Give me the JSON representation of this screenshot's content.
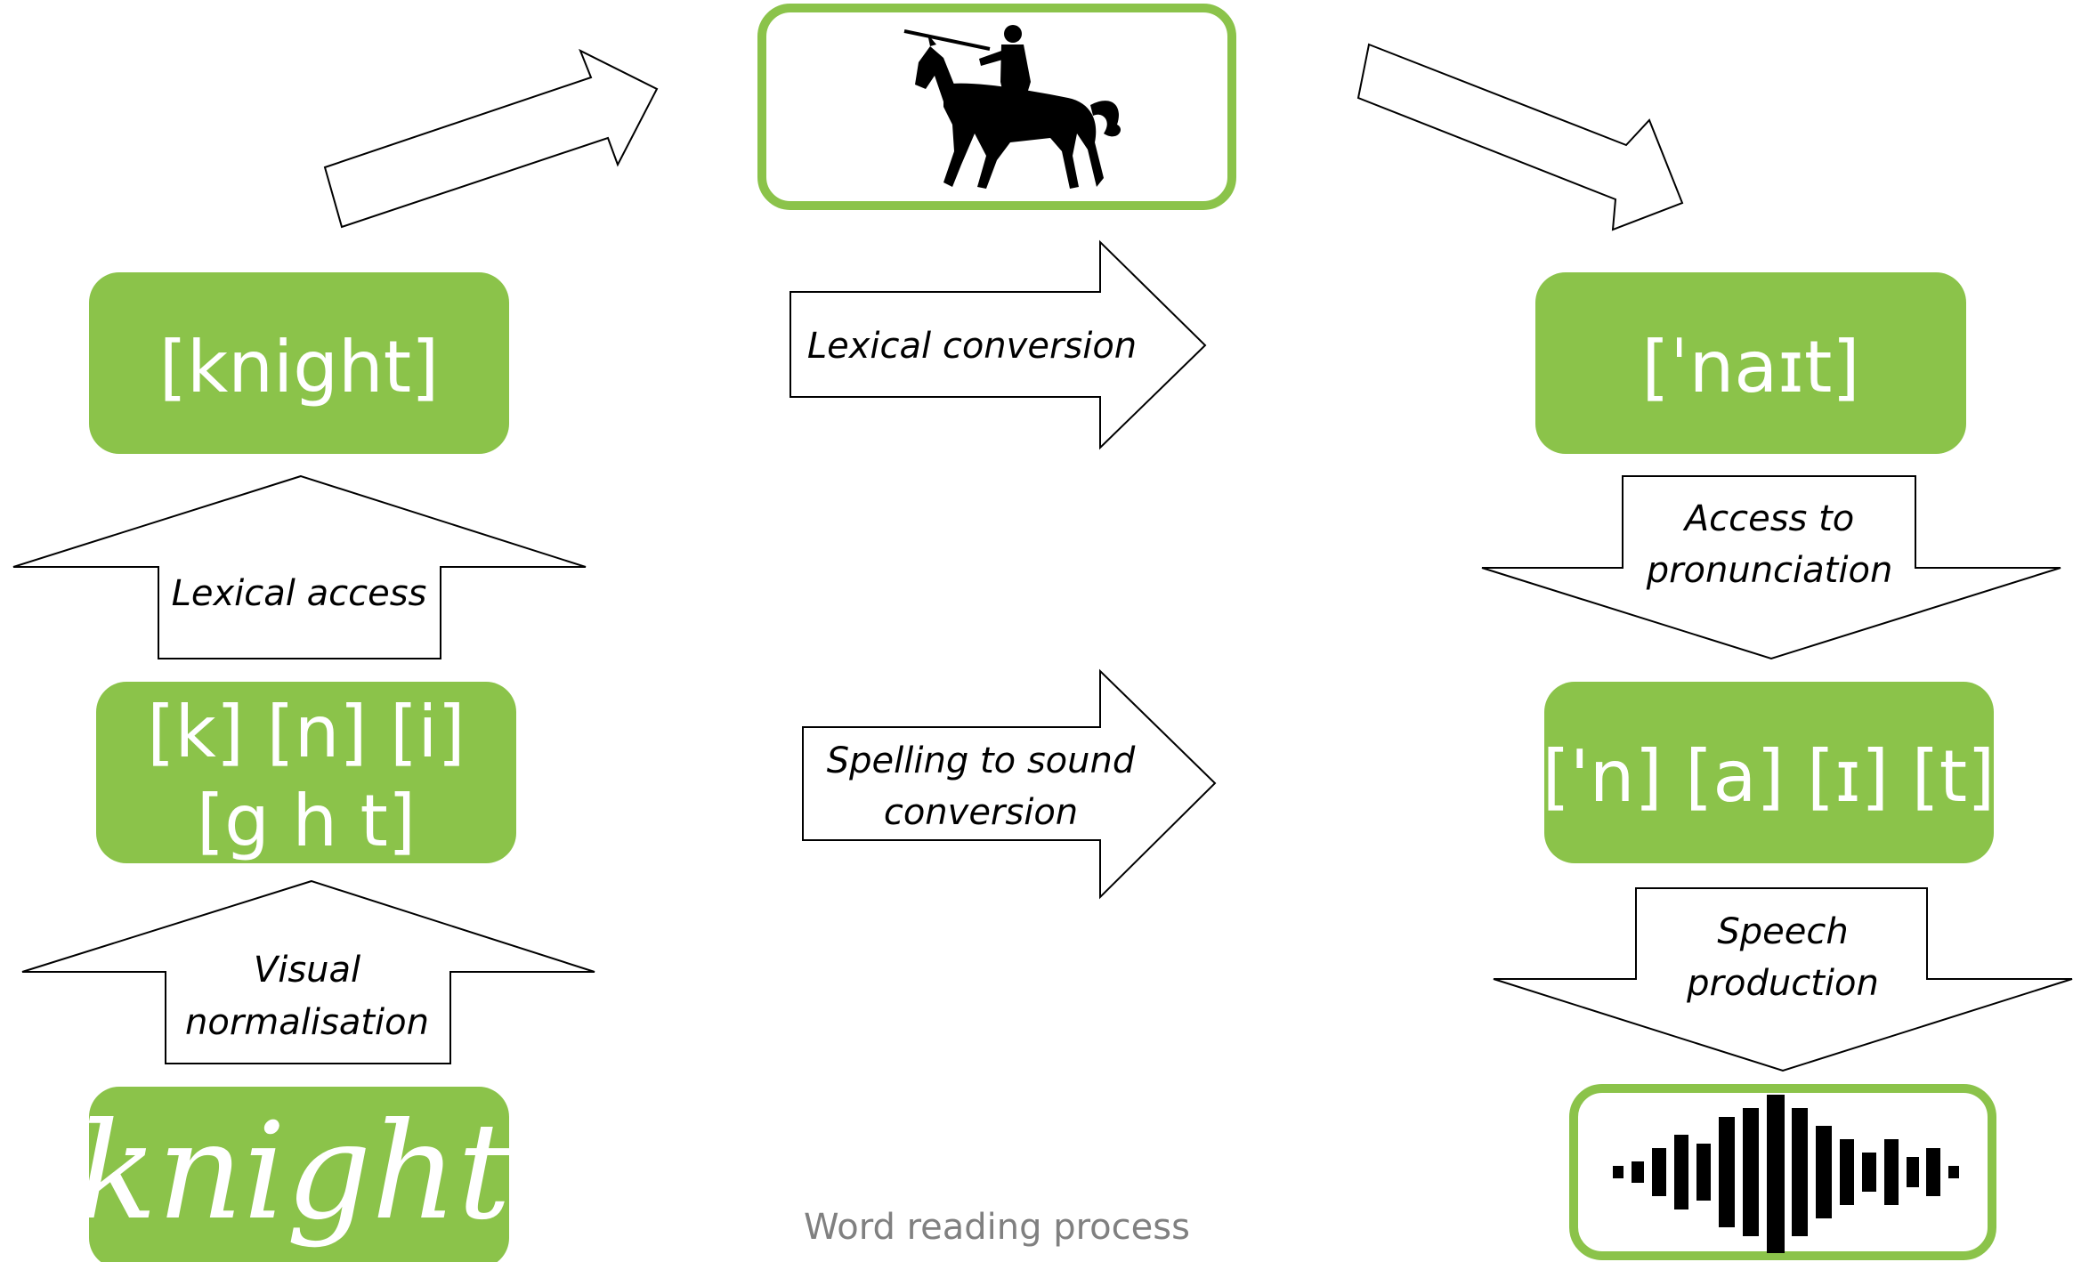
{
  "colors": {
    "box_fill": "#8bc34a",
    "box_border": "#8bc34a",
    "arrow_stroke": "#000000",
    "caption": "#808080"
  },
  "boxes": {
    "word_bracket": "[knight]",
    "letters_line1": "[k] [n] [i]",
    "letters_line2": "[g h t]",
    "handwritten_word": "knight",
    "ipa_word": "[ˈnaɪt]",
    "phonemes": "['n] [a] [ɪ] [t]"
  },
  "arrows": {
    "lexical_access": "Lexical access",
    "visual_norm_line1": "Visual",
    "visual_norm_line2": "normalisation",
    "lexical_conversion": "Lexical conversion",
    "spelling_line1": "Spelling to sound",
    "spelling_line2": "conversion",
    "pronunciation_line1": "Access to",
    "pronunciation_line2": "pronunciation",
    "speech_line1": "Speech",
    "speech_line2": "production"
  },
  "caption": "Word reading process",
  "icons": {
    "knight": "knight-horse-icon",
    "sound": "sound-wave-icon"
  }
}
